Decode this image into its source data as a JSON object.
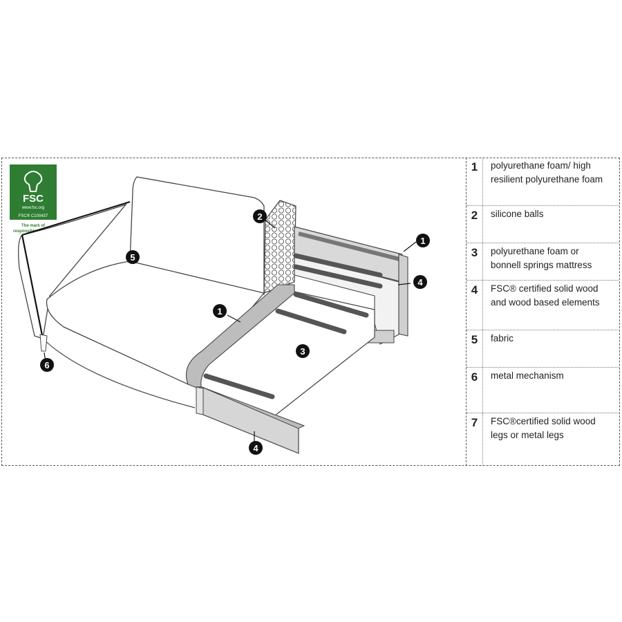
{
  "logo": {
    "text": "FSC",
    "url": "www.fsc.org",
    "code": "FSC® C100437",
    "tagline_line1": "The mark of",
    "tagline_line2": "responsible forestry",
    "color": "#2e7d32"
  },
  "callouts": [
    {
      "id": "callout-1-top",
      "label": "1"
    },
    {
      "id": "callout-1-seat",
      "label": "1"
    },
    {
      "id": "callout-2",
      "label": "2"
    },
    {
      "id": "callout-3",
      "label": "3"
    },
    {
      "id": "callout-4-right",
      "label": "4"
    },
    {
      "id": "callout-4-bottom",
      "label": "4"
    },
    {
      "id": "callout-5",
      "label": "5"
    },
    {
      "id": "callout-6",
      "label": "6"
    }
  ],
  "legend": [
    {
      "number": "1",
      "line1": "polyurethane foam/ high",
      "line2": "resilient polyurethane foam"
    },
    {
      "number": "2",
      "line1": "silicone balls",
      "line2": ""
    },
    {
      "number": "3",
      "line1": "polyurethane foam or",
      "line2": "bonnell springs mattress"
    },
    {
      "number": "4",
      "line1": "FSC® certified solid wood",
      "line2": "and wood based elements"
    },
    {
      "number": "5",
      "line1": "fabric",
      "line2": ""
    },
    {
      "number": "6",
      "line1": "metal mechanism",
      "line2": ""
    },
    {
      "number": "7",
      "line1": "FSC®certified solid wood",
      "line2": "legs or metal legs"
    }
  ]
}
